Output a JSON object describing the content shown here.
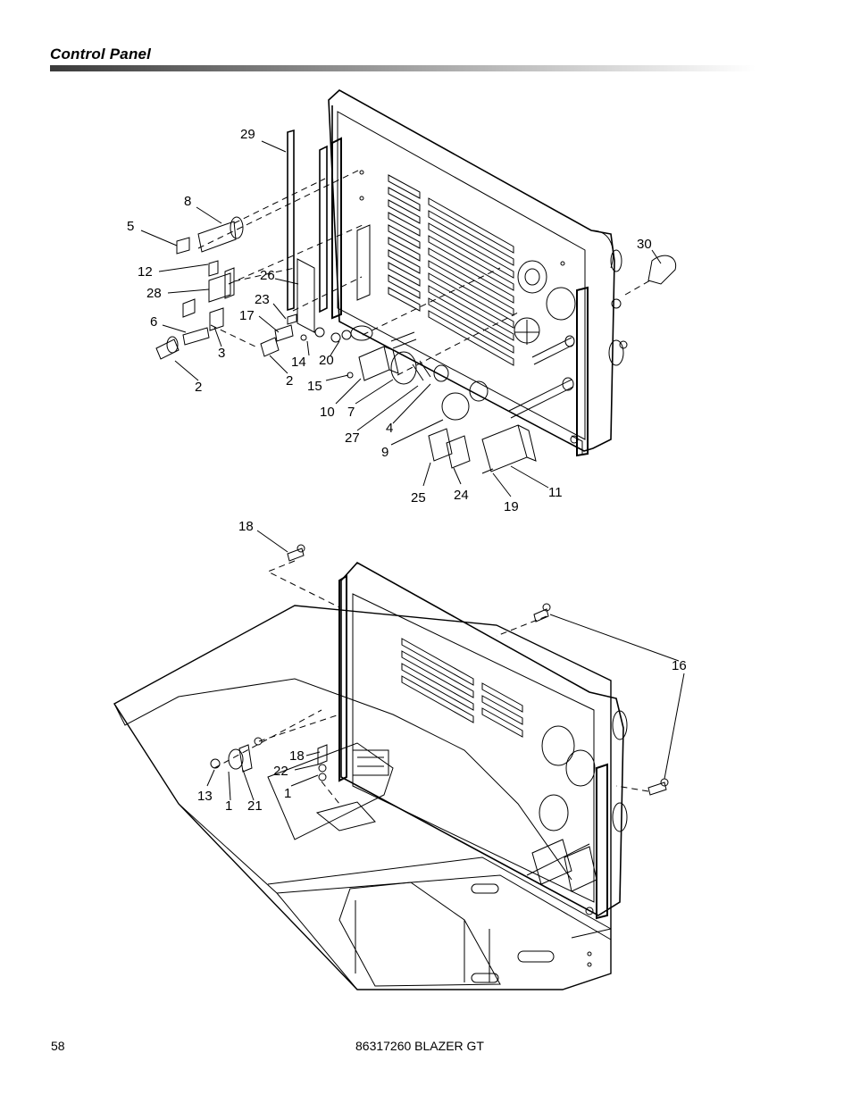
{
  "header": {
    "title": "Control Panel"
  },
  "diagram_top": {
    "callouts": [
      {
        "label": "29"
      },
      {
        "label": "8"
      },
      {
        "label": "5"
      },
      {
        "label": "30"
      },
      {
        "label": "12"
      },
      {
        "label": "26"
      },
      {
        "label": "28"
      },
      {
        "label": "23"
      },
      {
        "label": "17"
      },
      {
        "label": "6"
      },
      {
        "label": "3"
      },
      {
        "label": "14"
      },
      {
        "label": "20"
      },
      {
        "label": "2"
      },
      {
        "label": "2"
      },
      {
        "label": "15"
      },
      {
        "label": "10"
      },
      {
        "label": "7"
      },
      {
        "label": "4"
      },
      {
        "label": "27"
      },
      {
        "label": "9"
      },
      {
        "label": "25"
      },
      {
        "label": "24"
      },
      {
        "label": "19"
      },
      {
        "label": "11"
      }
    ]
  },
  "diagram_bottom": {
    "callouts": [
      {
        "label": "18"
      },
      {
        "label": "16"
      },
      {
        "label": "18"
      },
      {
        "label": "22"
      },
      {
        "label": "1"
      },
      {
        "label": "13"
      },
      {
        "label": "1"
      },
      {
        "label": "21"
      }
    ]
  },
  "footer": {
    "page_number": "58",
    "document": "86317260 BLAZER GT"
  }
}
